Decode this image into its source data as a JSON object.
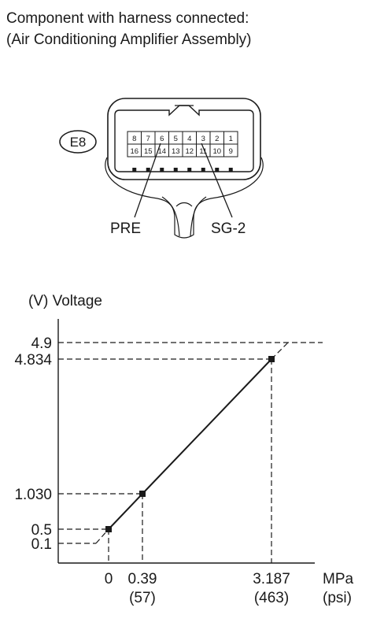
{
  "header": {
    "line1": "Component with harness connected:",
    "line2": "(Air Conditioning Amplifier Assembly)"
  },
  "connector": {
    "id": "E8",
    "top_row": [
      "8",
      "7",
      "6",
      "5",
      "4",
      "3",
      "2",
      "1"
    ],
    "bottom_row": [
      "16",
      "15",
      "14",
      "13",
      "12",
      "11",
      "10",
      "9"
    ],
    "terminal_left": "PRE",
    "terminal_right": "SG-2"
  },
  "chart_data": {
    "type": "line",
    "ylabel": "(V) Voltage",
    "xlabel_unit": "MPa",
    "xlabel_unit_alt": "(psi)",
    "x": [
      0,
      0.39,
      3.187
    ],
    "x_labels": [
      "0",
      "0.39",
      "3.187"
    ],
    "x_sub_labels": [
      "",
      "(57)",
      "(463)"
    ],
    "y": [
      0.5,
      1.03,
      4.834
    ],
    "y_ticks": [
      {
        "value": 0.1,
        "label": "0.1"
      },
      {
        "value": 0.5,
        "label": "0.5"
      },
      {
        "value": 1.03,
        "label": "1.030"
      },
      {
        "value": 4.834,
        "label": "4.834"
      },
      {
        "value": 4.9,
        "label": "4.9"
      }
    ]
  }
}
